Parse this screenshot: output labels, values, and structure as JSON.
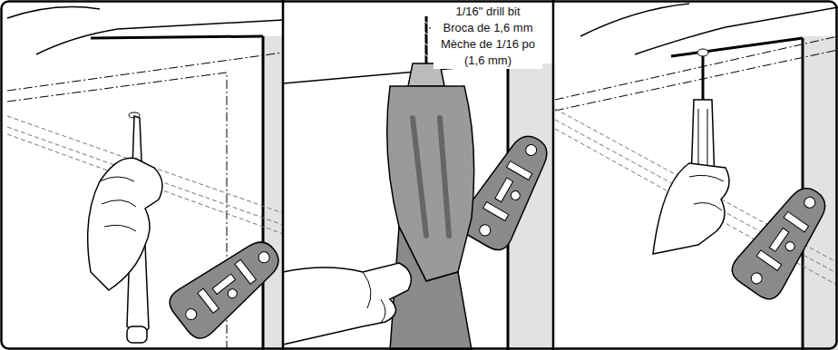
{
  "diagram": {
    "labels": [
      "1/16\" drill bit",
      "Broca de 1,6 mm",
      "Mèche de 1/16 po (1,6 mm)"
    ]
  }
}
